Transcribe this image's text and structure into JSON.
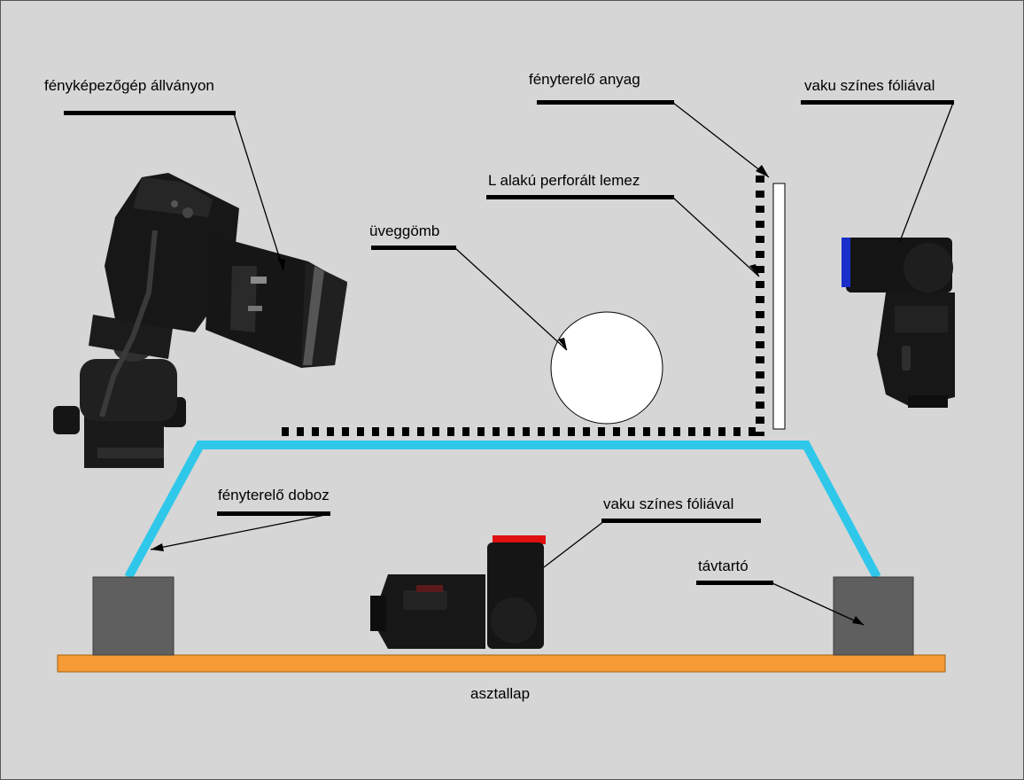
{
  "labels": {
    "camera": "fényképezőgép állványon",
    "diffuser_material": "fényterelő anyag",
    "flash_top": "vaku színes fóliával",
    "perforated_plate": "L alakú perforált lemez",
    "glass_sphere": "üveggömb",
    "diffuser_box": "fényterelő doboz",
    "flash_bottom": "vaku színes fóliával",
    "spacer": "távtartó",
    "tabletop": "asztallap"
  },
  "colors": {
    "background": "#d6d6d6",
    "box_outline": "#2fc8ea",
    "tabletop": "#f59a34",
    "spacer": "#5f5f5f",
    "foil_top_flash": "#1a2fc9",
    "foil_bottom_flash": "#e01010",
    "sphere": "#ffffff"
  }
}
